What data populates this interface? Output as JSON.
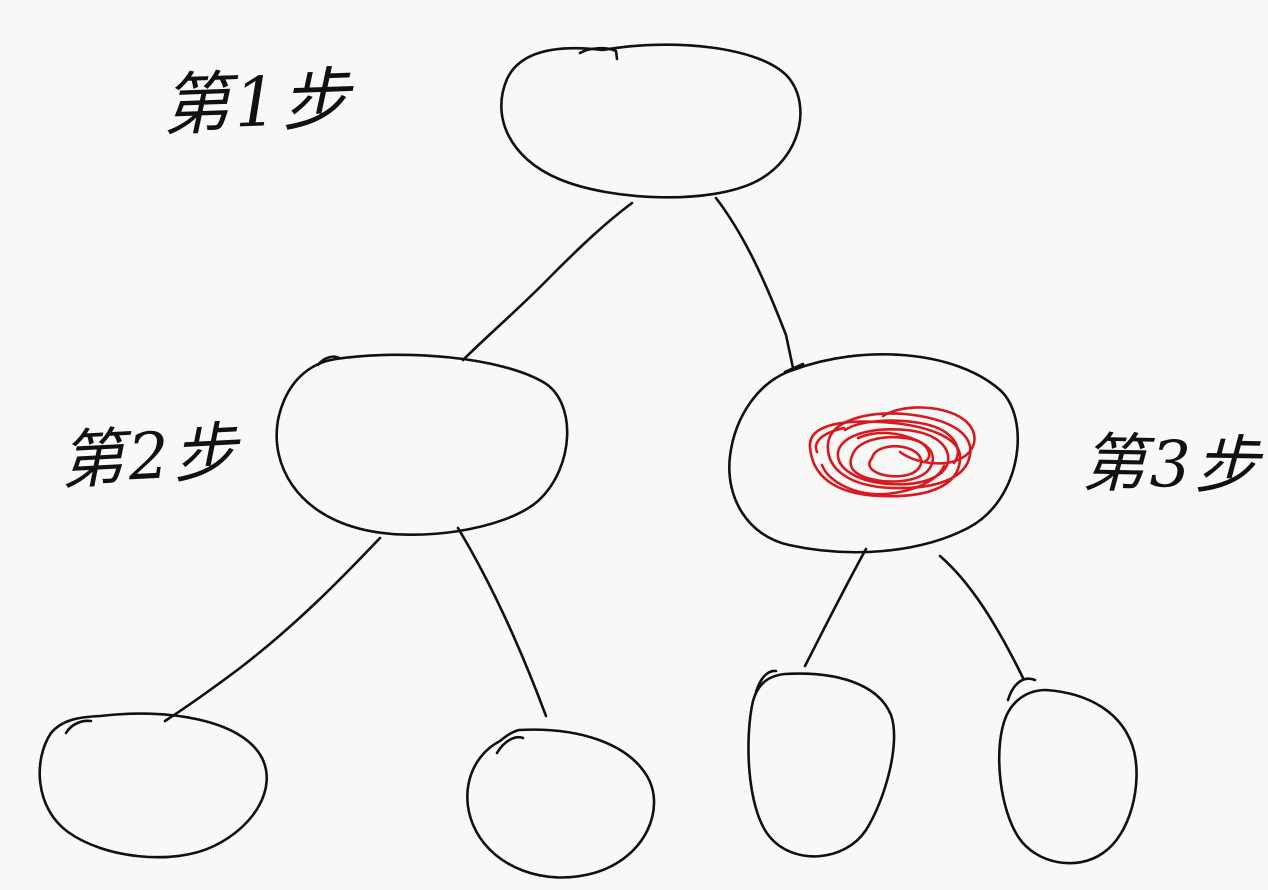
{
  "colors": {
    "background": "#f8f8f6",
    "ink": "#111111",
    "highlight": "#d61a1f"
  },
  "labels": {
    "step1": "第1步",
    "step2": "第2步",
    "step3": "第3步"
  },
  "tree": {
    "root": {
      "children": [
        "left",
        "right"
      ],
      "label": "step1"
    },
    "left": {
      "children": [
        "left_left",
        "left_right"
      ],
      "label": "step2"
    },
    "right": {
      "children": [
        "right_left",
        "right_right"
      ],
      "label": "step3",
      "marked": true
    },
    "left_left": {
      "children": []
    },
    "left_right": {
      "children": []
    },
    "right_left": {
      "children": []
    },
    "right_right": {
      "children": []
    }
  }
}
